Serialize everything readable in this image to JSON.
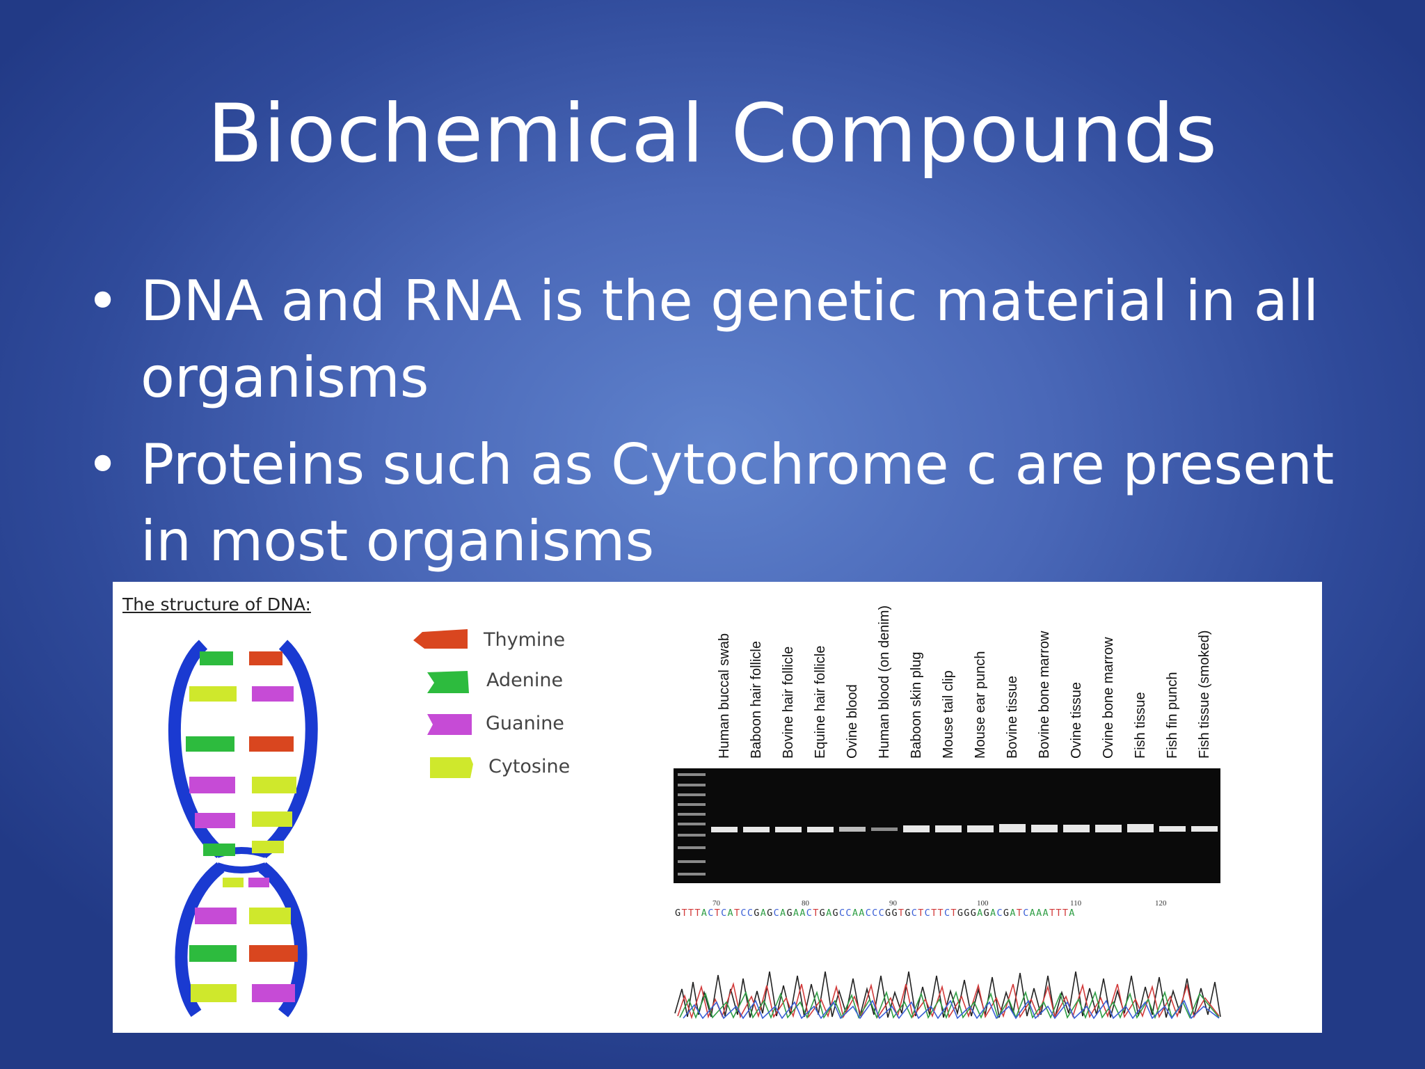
{
  "slide": {
    "title": "Biochemical Compounds",
    "bullets": [
      "DNA and RNA is the genetic material in all organisms",
      "Proteins such as Cytochrome c are present in most organisms"
    ]
  },
  "figure": {
    "dna_caption": "The structure of DNA:",
    "legend": [
      {
        "label": "Thymine",
        "color": "#d9461f"
      },
      {
        "label": "Adenine",
        "color": "#2dbb3e"
      },
      {
        "label": "Guanine",
        "color": "#c64bd6"
      },
      {
        "label": "Cytosine",
        "color": "#cfe82c"
      }
    ],
    "gel_lanes": [
      "Human buccal swab",
      "Baboon hair follicle",
      "Bovine hair follicle",
      "Equine hair follicle",
      "Ovine blood",
      "Human blood (on denim)",
      "Baboon skin plug",
      "Mouse tail clip",
      "Mouse ear punch",
      "Bovine tissue",
      "Bovine bone marrow",
      "Ovine tissue",
      "Ovine bone marrow",
      "Fish tissue",
      "Fish fin punch",
      "Fish tissue (smoked)"
    ],
    "sequence": "GTTTACTCATCCGAGCAGAACTGAGCCAACCCGGTGCTCTTCTGGGAGACGATCAAATTTA",
    "positions": [
      "70",
      "80",
      "90",
      "100",
      "110",
      "120"
    ]
  }
}
